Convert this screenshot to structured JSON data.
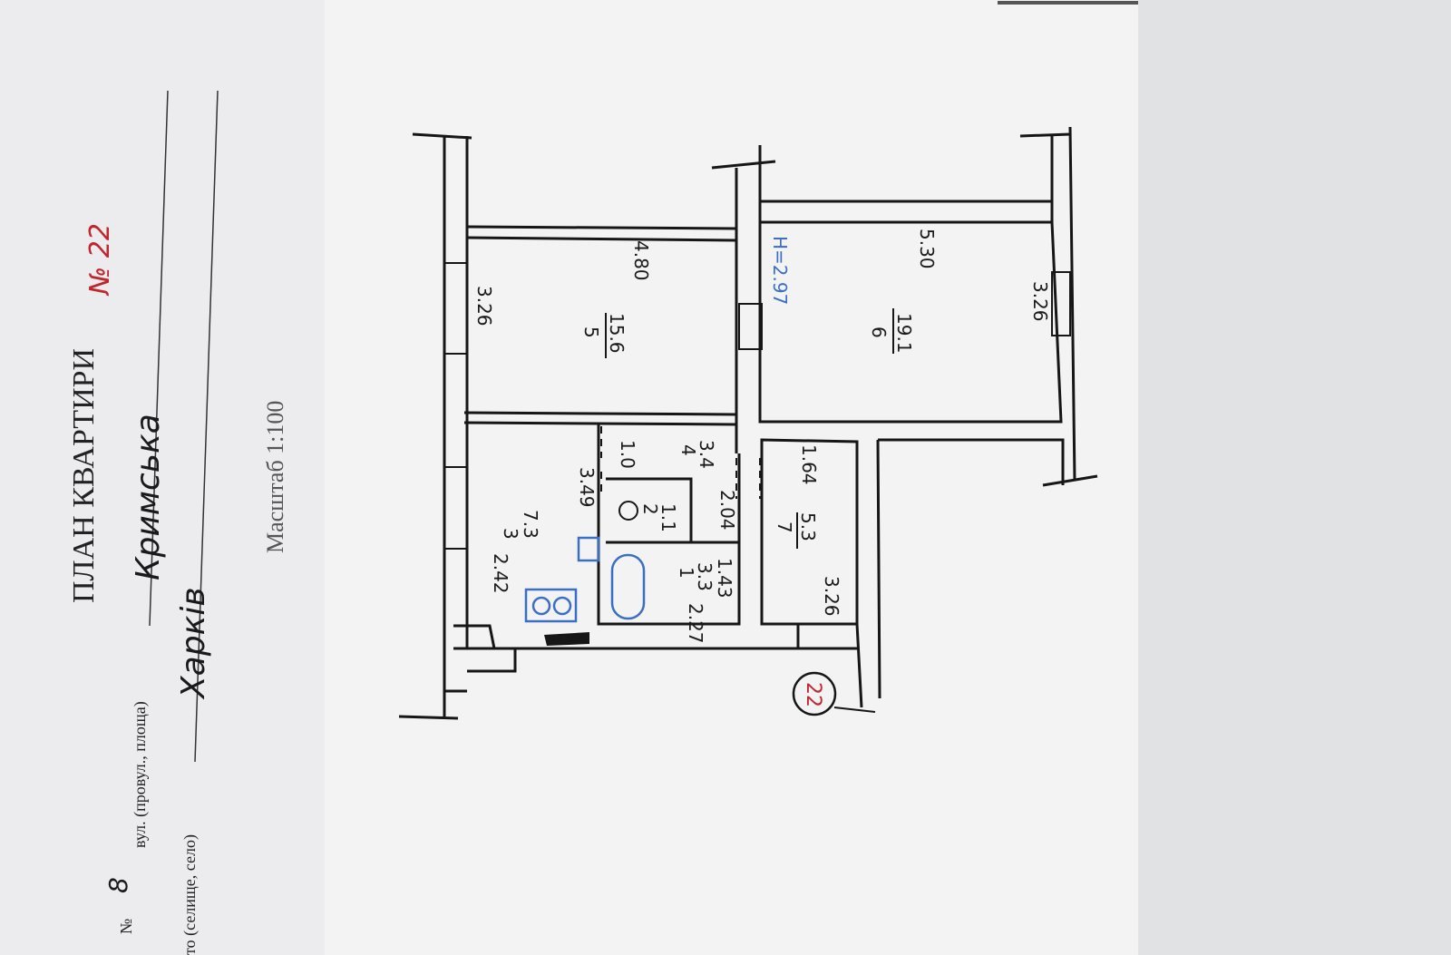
{
  "header": {
    "title": "ПЛАН КВАРТИРИ",
    "apartment_no": "№ 22",
    "house_label": "№",
    "house_no": "8",
    "street_label": "вул. (провул., площа)",
    "street_value": "Кримська",
    "city_label": "то (селище, село)",
    "city_value": "Харків",
    "scale": "Масштаб 1:100"
  },
  "rooms": [
    {
      "no": "1",
      "area": "3.3",
      "dims": [
        "2.27",
        "1.43"
      ]
    },
    {
      "no": "2",
      "area": "1.1"
    },
    {
      "no": "3",
      "area": "7.3",
      "dims": [
        "2.42",
        "3.49"
      ]
    },
    {
      "no": "4",
      "area": "3.4",
      "dims": [
        "1.0",
        "2.04"
      ]
    },
    {
      "no": "5",
      "area": "15.6",
      "dims": [
        "3.26",
        "4.80"
      ]
    },
    {
      "no": "6",
      "area": "19.1",
      "dims": [
        "3.26",
        "5.30"
      ]
    },
    {
      "no": "7",
      "area": "5.3",
      "dims": [
        "3.26",
        "1.64"
      ]
    }
  ],
  "ceiling_height": "H=2.97",
  "stamp": "22",
  "colors": {
    "ink": "#161616",
    "blue": "#3a6fc4",
    "red": "#c0272d"
  }
}
